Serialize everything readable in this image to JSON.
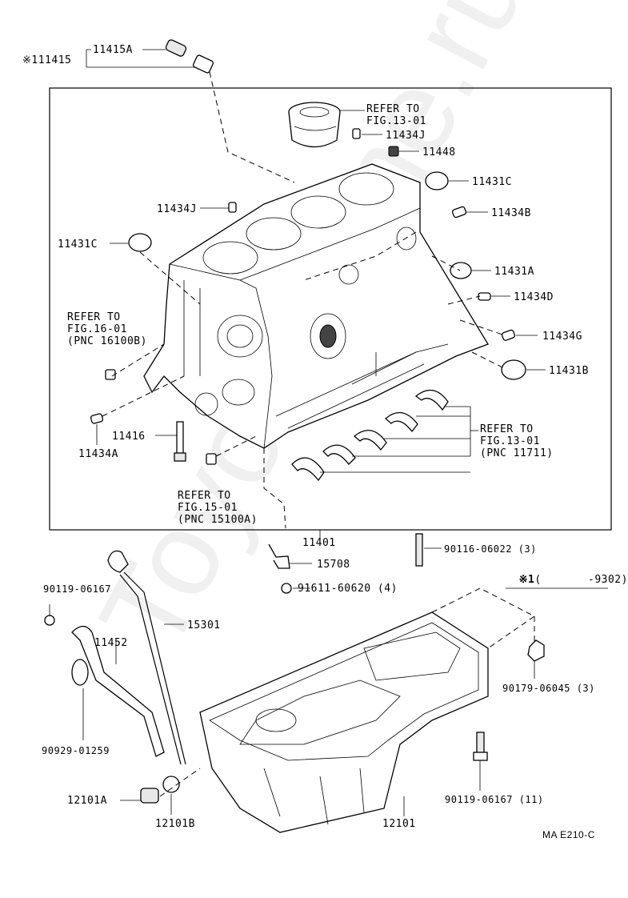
{
  "watermark": "ToyotaZone.ru",
  "footer_code": "MA E210-C",
  "note": {
    "symbol": "※1",
    "text": "(       -9302)"
  },
  "labels": {
    "p111415": "※111415",
    "p11415a": "11415A",
    "refer_piston": "REFER TO\nFIG.13-01",
    "p11434j_top": "11434J",
    "p11448": "11448",
    "p11431c_right": "11431C",
    "p11434j_left": "11434J",
    "p11434b": "11434B",
    "p11431c_left": "11431C",
    "p11431a": "11431A",
    "p11434d": "11434D",
    "refer_fig16": "REFER TO\nFIG.16-01\n(PNC 16100B)",
    "p11434g": "11434G",
    "p11431b": "11431B",
    "refer_bearing": "REFER TO\nFIG.13-01\n(PNC 11711)",
    "p11416": "11416",
    "p11434a": "11434A",
    "refer_fig15": "REFER TO\nFIG.15-01\n(PNC 15100A)",
    "p11401": "11401",
    "p90116": "90116-06022 (3)",
    "p15708": "15708",
    "p91611": "91611-60620 (4)",
    "p90119_top": "90119-06167",
    "p15301": "15301",
    "p11452": "11452",
    "p90179": "90179-06045 (3)",
    "p90929": "90929-01259",
    "p12101a": "12101A",
    "p12101b": "12101B",
    "p12101": "12101",
    "p90119_bot": "90119-06167 (11)"
  }
}
